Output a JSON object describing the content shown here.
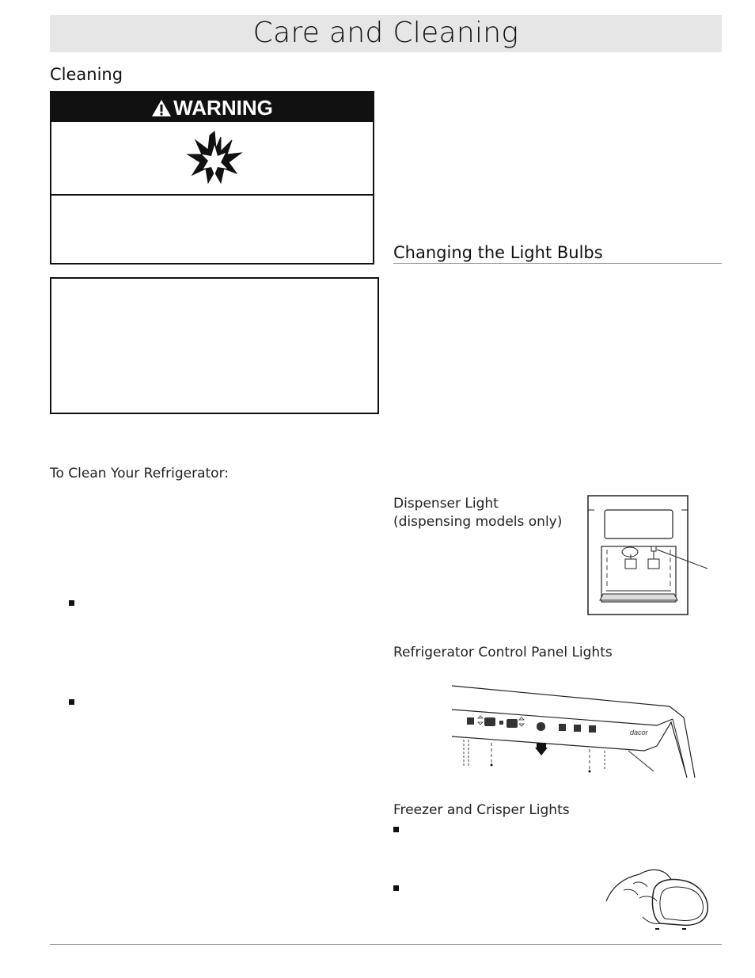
{
  "page": {
    "title": "Care and Cleaning"
  },
  "left": {
    "cleaning_heading": "Cleaning",
    "warning_label": "WARNING",
    "warning_icon": "explosion-icon",
    "clean_subheading": "To Clean Your Refrigerator:"
  },
  "right": {
    "bulbs_heading": "Changing the Light Bulbs",
    "dispenser_light_label": "Dispenser Light (dispensing models only)",
    "control_panel_label": "Refrigerator Control Panel Lights",
    "freezer_crisper_label": "Freezer and Crisper Lights"
  },
  "control_panel_brand": "dacor"
}
